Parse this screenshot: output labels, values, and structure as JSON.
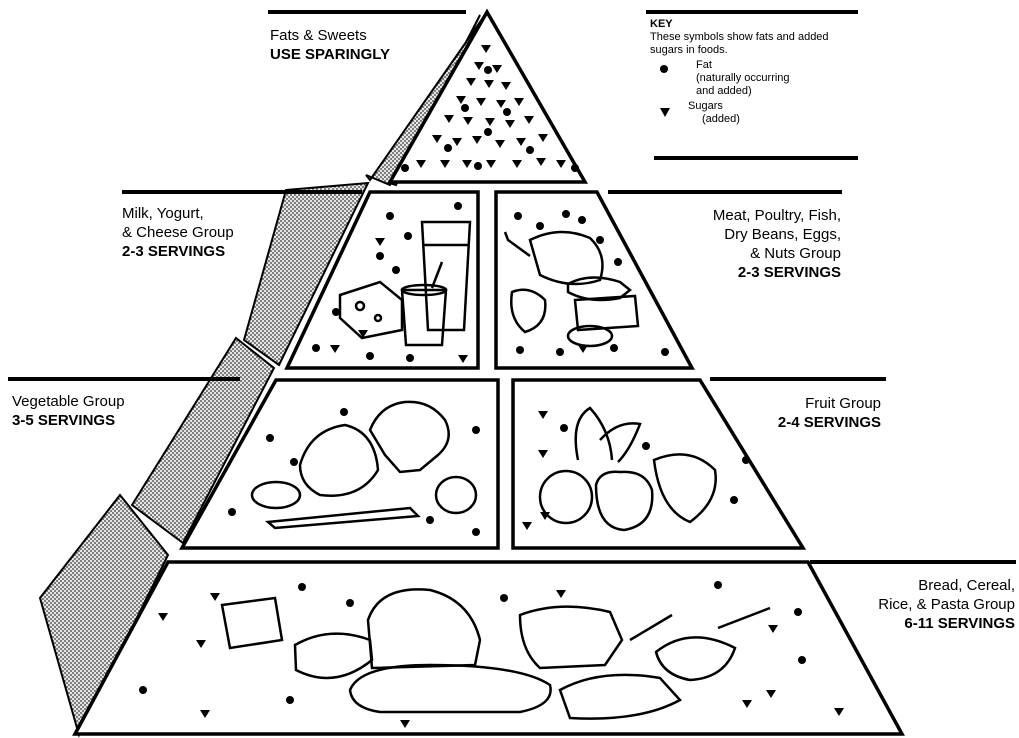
{
  "groups": {
    "fats": {
      "name": "Fats & Sweets",
      "servings": "USE SPARINGLY"
    },
    "milk": {
      "name_lines": [
        "Milk, Yogurt,",
        "& Cheese Group"
      ],
      "servings": "2-3 SERVINGS"
    },
    "meat": {
      "name_lines": [
        "Meat, Poultry, Fish,",
        "Dry Beans, Eggs,",
        "& Nuts Group"
      ],
      "servings": "2-3 SERVINGS"
    },
    "vegetable": {
      "name": "Vegetable Group",
      "servings": "3-5 SERVINGS"
    },
    "fruit": {
      "name": "Fruit Group",
      "servings": "2-4 SERVINGS"
    },
    "bread": {
      "name_lines": [
        "Bread, Cereal,",
        "Rice, & Pasta Group"
      ],
      "servings": "6-11 SERVINGS"
    }
  },
  "key": {
    "title": "KEY",
    "description": "These symbols show fats and added sugars in foods.",
    "fat_label": "Fat",
    "fat_detail_1": "(naturally occurring",
    "fat_detail_2": "and added)",
    "sugar_label": "Sugars",
    "sugar_detail": "(added)"
  },
  "colors": {
    "ink": "#000000",
    "paper": "#ffffff",
    "shading": "#bdbdbd"
  }
}
